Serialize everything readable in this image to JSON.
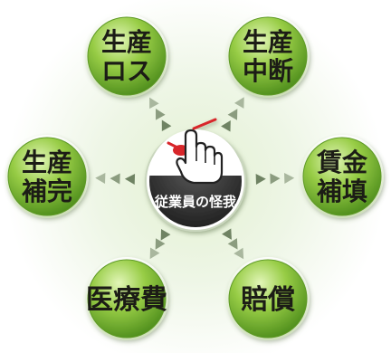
{
  "center": {
    "label": "従業員の怪我",
    "icon": "injured-finger-icon"
  },
  "nodes": [
    {
      "id": "production-loss",
      "lines": [
        "生産",
        "ロス"
      ]
    },
    {
      "id": "production-halt",
      "lines": [
        "生産",
        "中断"
      ]
    },
    {
      "id": "wage-compensation",
      "lines": [
        "賃金",
        "補填"
      ]
    },
    {
      "id": "compensation",
      "lines": [
        "賠償"
      ]
    },
    {
      "id": "medical-costs",
      "lines": [
        "医療費"
      ]
    },
    {
      "id": "production-supplement",
      "lines": [
        "生産",
        "補完"
      ]
    }
  ],
  "colors": {
    "node_fill": "#8cc43c",
    "node_dark": "#4e8a1c",
    "node_light": "#d6f0a6",
    "center_dark": "#2e2e2e",
    "arrow": "#8a9a7c",
    "background_glow": "#e3f0d2"
  }
}
